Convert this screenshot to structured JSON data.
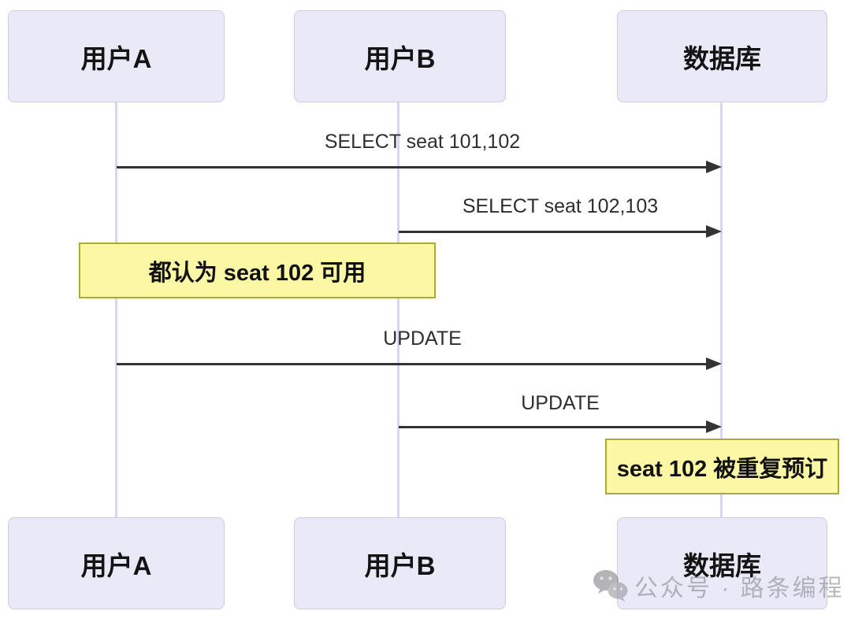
{
  "diagram": {
    "type": "sequence",
    "participants": [
      {
        "id": "userA",
        "label": "用户A"
      },
      {
        "id": "userB",
        "label": "用户B"
      },
      {
        "id": "database",
        "label": "数据库"
      }
    ],
    "messages": [
      {
        "from": "用户A",
        "to": "数据库",
        "label": "SELECT seat 101,102"
      },
      {
        "from": "用户B",
        "to": "数据库",
        "label": "SELECT seat 102,103"
      },
      {
        "from": "用户A",
        "to": "数据库",
        "label": "UPDATE"
      },
      {
        "from": "用户B",
        "to": "数据库",
        "label": "UPDATE"
      }
    ],
    "notes": [
      {
        "over": "用户A,用户B",
        "label": "都认为 seat 102 可用"
      },
      {
        "over": "数据库",
        "label": "seat 102 被重复预订"
      }
    ],
    "colors": {
      "actor_fill": "#e9e9f8",
      "actor_border": "#cbcbe4",
      "lifeline": "#d6d6f0",
      "note_fill": "#fbf7a4",
      "note_border": "#a9a93c",
      "arrow": "#333333"
    }
  },
  "watermark": {
    "icon": "wechat-icon",
    "text": "公众号 · 路条编程"
  }
}
